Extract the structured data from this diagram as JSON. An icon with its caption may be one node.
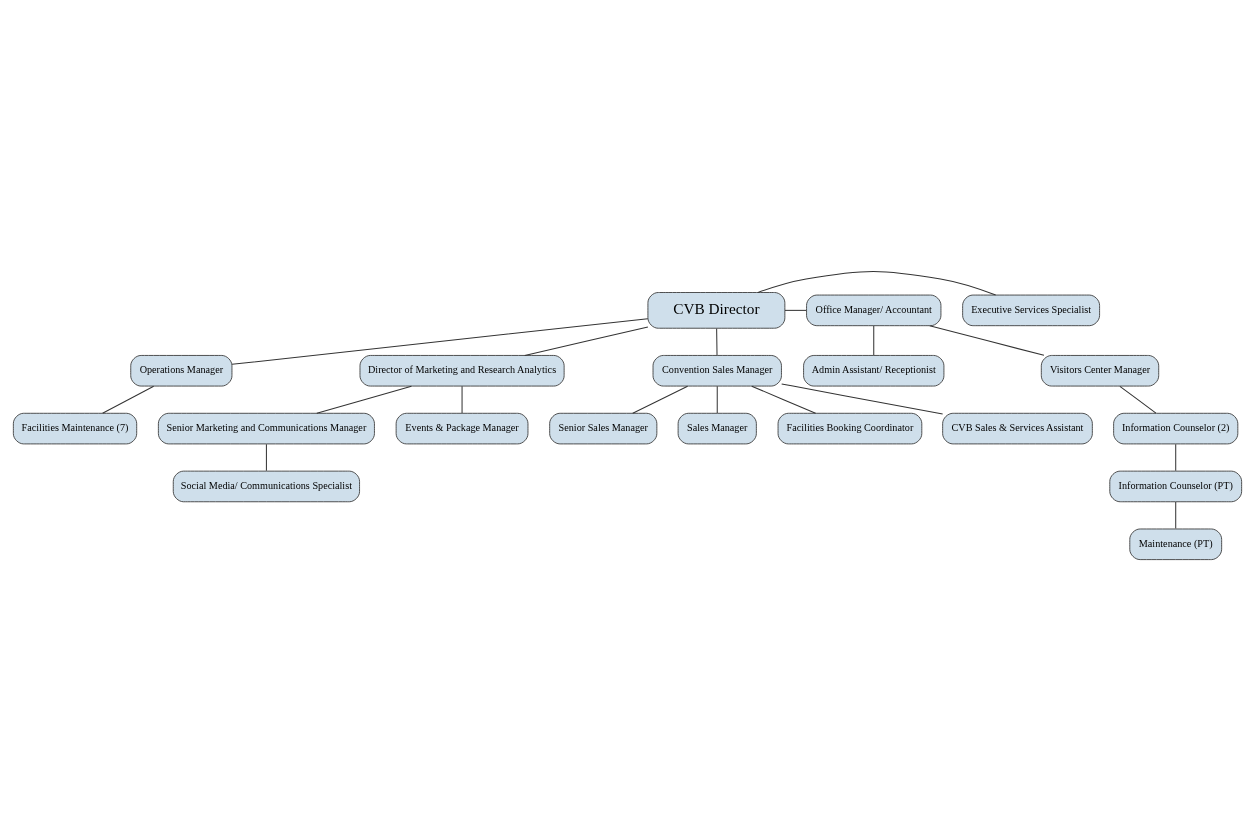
{
  "diagram": {
    "nodes": [
      {
        "text": [
          "CVB Director"
        ]
      },
      {
        "text": [
          "Executive Services Specialist"
        ]
      },
      {
        "text": [
          "Office Manager/ Accountant"
        ]
      },
      {
        "text": [
          "Operations Manager"
        ]
      },
      {
        "text": [
          "Facilities Maintenance (7)"
        ]
      },
      {
        "text": [
          "Admin Assistant/ Receptionist"
        ]
      },
      {
        "text": [
          "Visitors Center Manager"
        ]
      },
      {
        "text": [
          "Information Counselor (2)"
        ]
      },
      {
        "text": [
          "Information Counselor (PT)"
        ]
      },
      {
        "text": [
          "Maintenance (PT)"
        ]
      },
      {
        "text": [
          "Director of Marketing and Research Analytics"
        ]
      },
      {
        "text": [
          "Convention Sales Manager"
        ]
      },
      {
        "text": [
          "Senior Marketing and Communications Manager"
        ]
      },
      {
        "text": [
          "Events & Package Manager"
        ]
      },
      {
        "text": [
          "Social Media/ Communications Specialist"
        ]
      },
      {
        "text": [
          "Senior Sales Manager"
        ]
      },
      {
        "text": [
          "Sales Manager"
        ]
      },
      {
        "text": [
          "Facilities Booking Coordinator"
        ]
      },
      {
        "text": [
          "CVB Sales & Services Assistant"
        ]
      }
    ],
    "edges": [
      {
        "from": 0,
        "to": 1,
        "arrow": "none"
      },
      {
        "from": 0,
        "to": 2,
        "arrow": "none"
      },
      {
        "from": 0,
        "to": 3,
        "arrow": "none"
      },
      {
        "from": 3,
        "to": 4,
        "arrow": "none"
      },
      {
        "from": 2,
        "to": 5,
        "arrow": "none"
      },
      {
        "from": 2,
        "to": 6,
        "arrow": "none"
      },
      {
        "from": 6,
        "to": 7,
        "arrow": "none"
      },
      {
        "from": 7,
        "to": 8,
        "arrow": "none"
      },
      {
        "from": 8,
        "to": 9,
        "arrow": "none"
      },
      {
        "from": 0,
        "to": 10,
        "arrow": "none"
      },
      {
        "from": 0,
        "to": 11,
        "arrow": "none"
      },
      {
        "from": 10,
        "to": 12,
        "arrow": "none"
      },
      {
        "from": 10,
        "to": 13,
        "arrow": "none"
      },
      {
        "from": 12,
        "to": 14,
        "arrow": "none"
      },
      {
        "from": 11,
        "to": 15,
        "arrow": "none"
      },
      {
        "from": 11,
        "to": 16,
        "arrow": "none"
      },
      {
        "from": 11,
        "to": 17,
        "arrow": "none"
      },
      {
        "from": 11,
        "to": 18,
        "arrow": "none"
      }
    ]
  }
}
